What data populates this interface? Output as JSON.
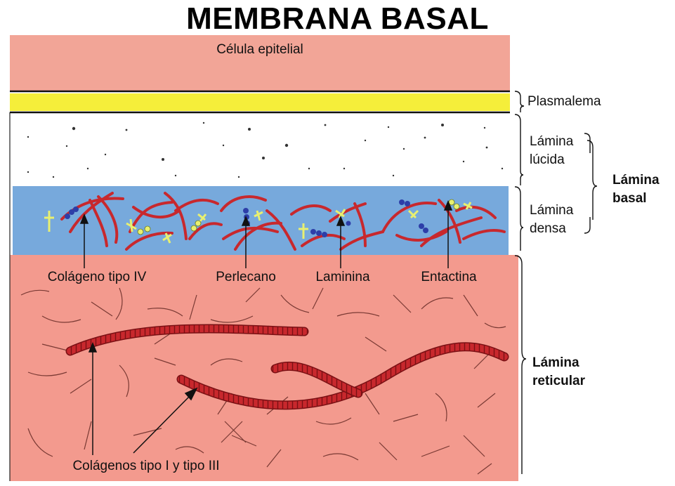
{
  "title": "MEMBRANA BASAL",
  "layers": {
    "cell": "Célula epitelial",
    "plasmalemma": "Plasmalema",
    "lucida": [
      "Lámina",
      "lúcida"
    ],
    "densa": [
      "Lámina",
      "densa"
    ],
    "basal": [
      "Lámina",
      "basal"
    ],
    "reticular": [
      "Lámina",
      "reticular"
    ]
  },
  "components": {
    "collagen_iv": "Colágeno tipo IV",
    "perlecan": "Perlecano",
    "laminin": "Laminina",
    "entactin": "Entactina",
    "collagen_i_iii": "Colágenos tipo I y tipo III"
  },
  "colors": {
    "cell": "#f2a597",
    "plasmalemma": "#f5ee3a",
    "densa": "#77a9dc",
    "reticular": "#f39a8e",
    "fiber": "#c8282d",
    "molecule_blue": "#2d3ea8",
    "molecule_yellow": "#e8f070"
  }
}
